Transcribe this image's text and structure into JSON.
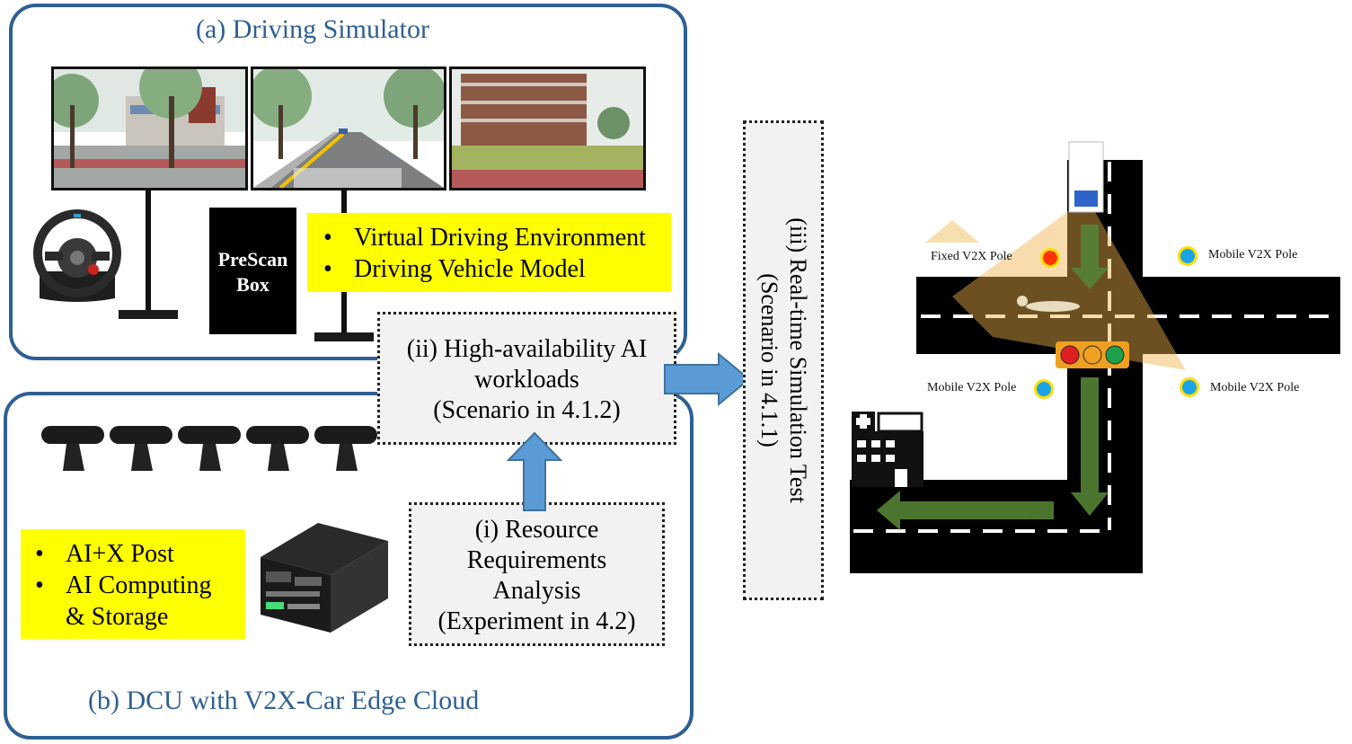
{
  "simulator": {
    "title": "(a) Driving Simulator",
    "prescan_line1": "PreScan",
    "prescan_line2": "Box",
    "features": [
      "Virtual Driving Environment",
      "Driving Vehicle Model"
    ]
  },
  "edge": {
    "title": "(b) DCU with V2X-Car Edge Cloud",
    "features": [
      "AI+X Post",
      "AI Computing",
      "& Storage"
    ]
  },
  "step_ii": {
    "line1": "(ii) High-availability AI",
    "line2": "workloads",
    "line3": "(Scenario in 4.1.2)"
  },
  "step_i": {
    "line1": "(i) Resource",
    "line2": "Requirements",
    "line3": "Analysis",
    "line4": "(Experiment in 4.2)"
  },
  "step_iii": {
    "line1": "(iii) Real-time Simulation Test",
    "line2": "(Scenario in 4.1.1)"
  },
  "map": {
    "fixed_pole": "Fixed V2X Pole",
    "mobile_pole": "Mobile V2X Pole"
  },
  "colors": {
    "panel_border": "#2e5f93",
    "highlight": "#ffff00",
    "arrow": "#5b9bd5",
    "road": "#000000",
    "route": "#548235",
    "fixed_pole": "#ff3300",
    "mobile_pole": "#1aa3e8"
  }
}
